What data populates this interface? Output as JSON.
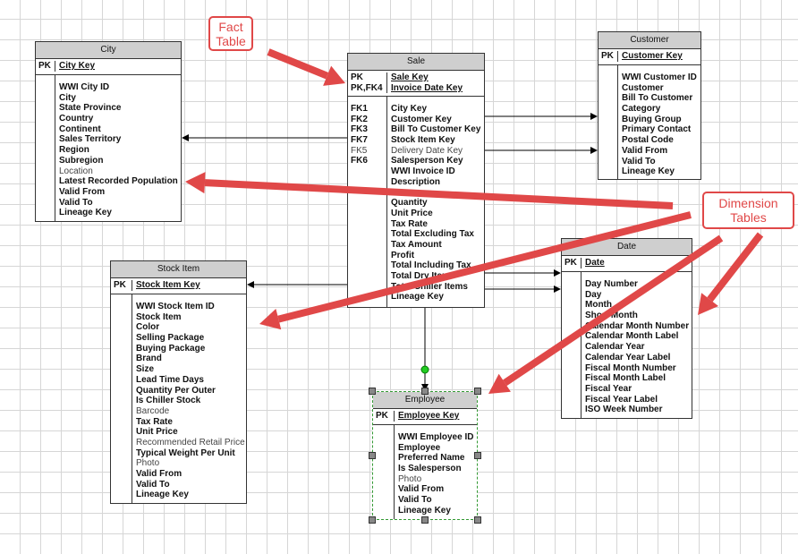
{
  "colors": {
    "callout": "#e04848",
    "header": "#cfcfcf"
  },
  "callouts": {
    "fact": "Fact Table",
    "dimension": "Dimension Tables"
  },
  "tables": [
    {
      "id": "city",
      "title": "City",
      "pk": [
        {
          "key": "PK",
          "field": "City Key"
        }
      ],
      "body": [
        {
          "key": "",
          "field": "WWI City ID",
          "bold": true
        },
        {
          "key": "",
          "field": "City",
          "bold": true
        },
        {
          "key": "",
          "field": "State Province",
          "bold": true
        },
        {
          "key": "",
          "field": "Country",
          "bold": true
        },
        {
          "key": "",
          "field": "Continent",
          "bold": true
        },
        {
          "key": "",
          "field": "Sales Territory",
          "bold": true
        },
        {
          "key": "",
          "field": "Region",
          "bold": true
        },
        {
          "key": "",
          "field": "Subregion",
          "bold": true
        },
        {
          "key": "",
          "field": "Location",
          "bold": false
        },
        {
          "key": "",
          "field": "Latest Recorded Population",
          "bold": true
        },
        {
          "key": "",
          "field": "Valid From",
          "bold": true
        },
        {
          "key": "",
          "field": "Valid To",
          "bold": true
        },
        {
          "key": "",
          "field": "Lineage Key",
          "bold": true
        }
      ]
    },
    {
      "id": "sale",
      "title": "Sale",
      "pk": [
        {
          "key": "PK",
          "field": "Sale Key"
        },
        {
          "key": "PK,FK4",
          "field": "Invoice Date Key"
        }
      ],
      "body": [
        {
          "key": "FK1",
          "field": "City Key",
          "bold": true
        },
        {
          "key": "FK2",
          "field": "Customer Key",
          "bold": true
        },
        {
          "key": "FK3",
          "field": "Bill To Customer Key",
          "bold": true
        },
        {
          "key": "FK7",
          "field": "Stock Item Key",
          "bold": true
        },
        {
          "key": "FK5",
          "field": "Delivery Date Key",
          "bold": false
        },
        {
          "key": "FK6",
          "field": "Salesperson Key",
          "bold": true
        },
        {
          "key": "",
          "field": "WWI Invoice ID",
          "bold": true
        },
        {
          "key": "",
          "field": "Description",
          "bold": true
        },
        {
          "key": "",
          "field": "",
          "bold": true
        },
        {
          "key": "",
          "field": "Quantity",
          "bold": true
        },
        {
          "key": "",
          "field": "Unit Price",
          "bold": true
        },
        {
          "key": "",
          "field": "Tax Rate",
          "bold": true
        },
        {
          "key": "",
          "field": "Total Excluding Tax",
          "bold": true
        },
        {
          "key": "",
          "field": "Tax Amount",
          "bold": true
        },
        {
          "key": "",
          "field": "Profit",
          "bold": true
        },
        {
          "key": "",
          "field": "Total Including Tax",
          "bold": true
        },
        {
          "key": "",
          "field": "Total Dry Items",
          "bold": true
        },
        {
          "key": "",
          "field": "Total Chiller Items",
          "bold": true
        },
        {
          "key": "",
          "field": "Lineage Key",
          "bold": true
        }
      ]
    },
    {
      "id": "customer",
      "title": "Customer",
      "pk": [
        {
          "key": "PK",
          "field": "Customer Key"
        }
      ],
      "body": [
        {
          "key": "",
          "field": "WWI Customer ID",
          "bold": true
        },
        {
          "key": "",
          "field": "Customer",
          "bold": true
        },
        {
          "key": "",
          "field": "Bill To Customer",
          "bold": true
        },
        {
          "key": "",
          "field": "Category",
          "bold": true
        },
        {
          "key": "",
          "field": "Buying Group",
          "bold": true
        },
        {
          "key": "",
          "field": "Primary Contact",
          "bold": true
        },
        {
          "key": "",
          "field": "Postal Code",
          "bold": true
        },
        {
          "key": "",
          "field": "Valid From",
          "bold": true
        },
        {
          "key": "",
          "field": "Valid To",
          "bold": true
        },
        {
          "key": "",
          "field": "Lineage Key",
          "bold": true
        }
      ]
    },
    {
      "id": "date",
      "title": "Date",
      "pk": [
        {
          "key": "PK",
          "field": "Date"
        }
      ],
      "body": [
        {
          "key": "",
          "field": "Day Number",
          "bold": true
        },
        {
          "key": "",
          "field": "Day",
          "bold": true
        },
        {
          "key": "",
          "field": "Month",
          "bold": true
        },
        {
          "key": "",
          "field": "Short Month",
          "bold": true
        },
        {
          "key": "",
          "field": "Calendar Month Number",
          "bold": true
        },
        {
          "key": "",
          "field": "Calendar Month Label",
          "bold": true
        },
        {
          "key": "",
          "field": "Calendar Year",
          "bold": true
        },
        {
          "key": "",
          "field": "Calendar Year Label",
          "bold": true
        },
        {
          "key": "",
          "field": "Fiscal Month Number",
          "bold": true
        },
        {
          "key": "",
          "field": "Fiscal Month Label",
          "bold": true
        },
        {
          "key": "",
          "field": "Fiscal Year",
          "bold": true
        },
        {
          "key": "",
          "field": "Fiscal Year Label",
          "bold": true
        },
        {
          "key": "",
          "field": "ISO Week Number",
          "bold": true
        }
      ]
    },
    {
      "id": "stock-item",
      "title": "Stock Item",
      "pk": [
        {
          "key": "PK",
          "field": "Stock Item Key"
        }
      ],
      "body": [
        {
          "key": "",
          "field": "WWI Stock Item ID",
          "bold": true
        },
        {
          "key": "",
          "field": "Stock Item",
          "bold": true
        },
        {
          "key": "",
          "field": "Color",
          "bold": true
        },
        {
          "key": "",
          "field": "Selling Package",
          "bold": true
        },
        {
          "key": "",
          "field": "Buying Package",
          "bold": true
        },
        {
          "key": "",
          "field": "Brand",
          "bold": true
        },
        {
          "key": "",
          "field": "Size",
          "bold": true
        },
        {
          "key": "",
          "field": "Lead Time Days",
          "bold": true
        },
        {
          "key": "",
          "field": "Quantity Per Outer",
          "bold": true
        },
        {
          "key": "",
          "field": "Is Chiller Stock",
          "bold": true
        },
        {
          "key": "",
          "field": "Barcode",
          "bold": false
        },
        {
          "key": "",
          "field": "Tax Rate",
          "bold": true
        },
        {
          "key": "",
          "field": "Unit Price",
          "bold": true
        },
        {
          "key": "",
          "field": "Recommended Retail Price",
          "bold": false
        },
        {
          "key": "",
          "field": "Typical Weight Per Unit",
          "bold": true
        },
        {
          "key": "",
          "field": "Photo",
          "bold": false
        },
        {
          "key": "",
          "field": "Valid From",
          "bold": true
        },
        {
          "key": "",
          "field": "Valid To",
          "bold": true
        },
        {
          "key": "",
          "field": "Lineage Key",
          "bold": true
        }
      ]
    },
    {
      "id": "employee",
      "title": "Employee",
      "pk": [
        {
          "key": "PK",
          "field": "Employee Key"
        }
      ],
      "body": [
        {
          "key": "",
          "field": "WWI Employee ID",
          "bold": true
        },
        {
          "key": "",
          "field": "Employee",
          "bold": true
        },
        {
          "key": "",
          "field": "Preferred Name",
          "bold": true
        },
        {
          "key": "",
          "field": "Is Salesperson",
          "bold": true
        },
        {
          "key": "",
          "field": "Photo",
          "bold": false
        },
        {
          "key": "",
          "field": "Valid From",
          "bold": true
        },
        {
          "key": "",
          "field": "Valid To",
          "bold": true
        },
        {
          "key": "",
          "field": "Lineage Key",
          "bold": true
        }
      ]
    }
  ]
}
